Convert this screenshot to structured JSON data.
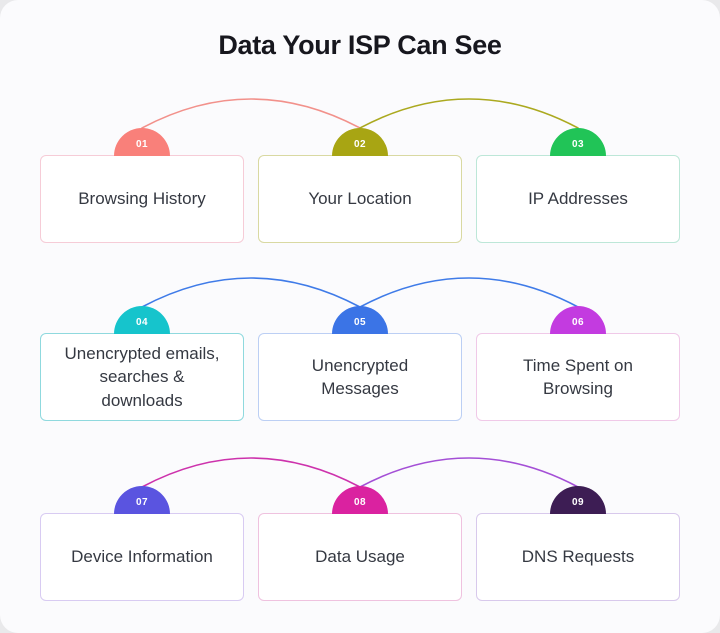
{
  "title": "Data Your ISP Can See",
  "colors": {
    "page_bg": "#fbfbfd",
    "title_text": "#17171e",
    "card_text": "#353942"
  },
  "cards": [
    {
      "number": "01",
      "label": "Browsing History",
      "badge_color": "#f9807a",
      "border_color": "#f6ccd7"
    },
    {
      "number": "02",
      "label": "Your Location",
      "badge_color": "#a8a513",
      "border_color": "#d9d9a2"
    },
    {
      "number": "03",
      "label": "IP Addresses",
      "badge_color": "#21c457",
      "border_color": "#bde7d8"
    },
    {
      "number": "04",
      "label": "Unencrypted emails, searches & downloads",
      "badge_color": "#16c4cc",
      "border_color": "#8fd9de"
    },
    {
      "number": "05",
      "label": "Unencrypted Messages",
      "badge_color": "#3b74e6",
      "border_color": "#bccff4"
    },
    {
      "number": "06",
      "label": "Time Spent on Browsing",
      "badge_color": "#c33be0",
      "border_color": "#f0c9e8"
    },
    {
      "number": "07",
      "label": "Device Information",
      "badge_color": "#5a54e0",
      "border_color": "#d8cbf2"
    },
    {
      "number": "08",
      "label": "Data Usage",
      "badge_color": "#da22a0",
      "border_color": "#efc2df"
    },
    {
      "number": "09",
      "label": "DNS Requests",
      "badge_color": "#3d1d54",
      "border_color": "#d8c9ec"
    }
  ],
  "connectors": [
    {
      "from": "01",
      "to": "02",
      "color": "#f2918b"
    },
    {
      "from": "02",
      "to": "03",
      "color": "#aba91f"
    },
    {
      "from": "04",
      "to": "05",
      "color": "#3f7be8"
    },
    {
      "from": "05",
      "to": "06",
      "color": "#3f7be8"
    },
    {
      "from": "07",
      "to": "08",
      "color": "#cd32ac"
    },
    {
      "from": "08",
      "to": "09",
      "color": "#a44fd6"
    }
  ]
}
